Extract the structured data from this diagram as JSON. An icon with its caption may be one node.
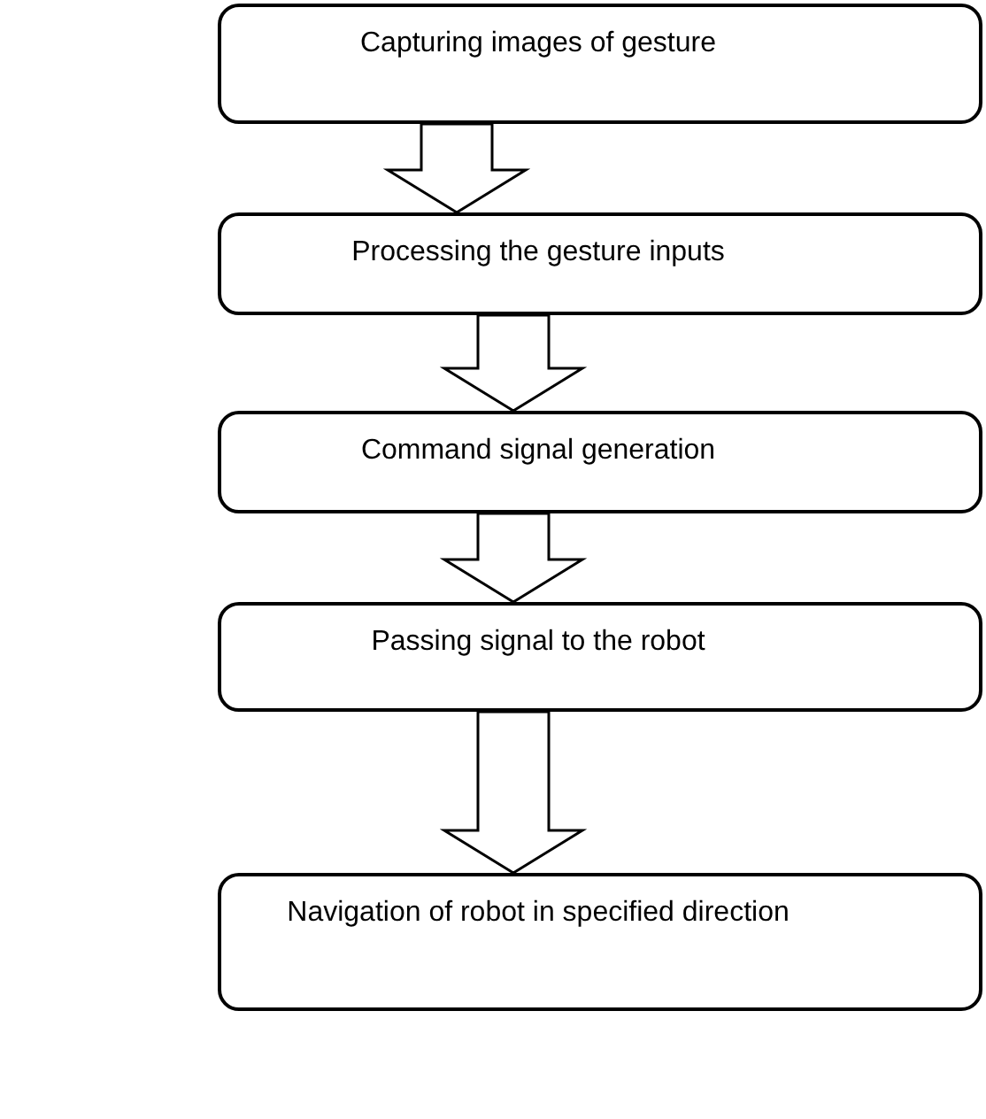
{
  "diagram": {
    "nodes": [
      {
        "text": [
          "Capturing images of gesture"
        ]
      },
      {
        "text": [
          "Processing the gesture inputs"
        ]
      },
      {
        "text": [
          "Command signal generation"
        ]
      },
      {
        "text": [
          "Passing signal to the robot"
        ]
      },
      {
        "text": [
          "Navigation of robot in specified direction"
        ]
      }
    ],
    "edges": [
      {
        "from": 0,
        "to": 1,
        "arrow": "to"
      },
      {
        "from": 1,
        "to": 2,
        "arrow": "to"
      },
      {
        "from": 2,
        "to": 3,
        "arrow": "to"
      },
      {
        "from": 3,
        "to": 4,
        "arrow": "to"
      }
    ]
  }
}
